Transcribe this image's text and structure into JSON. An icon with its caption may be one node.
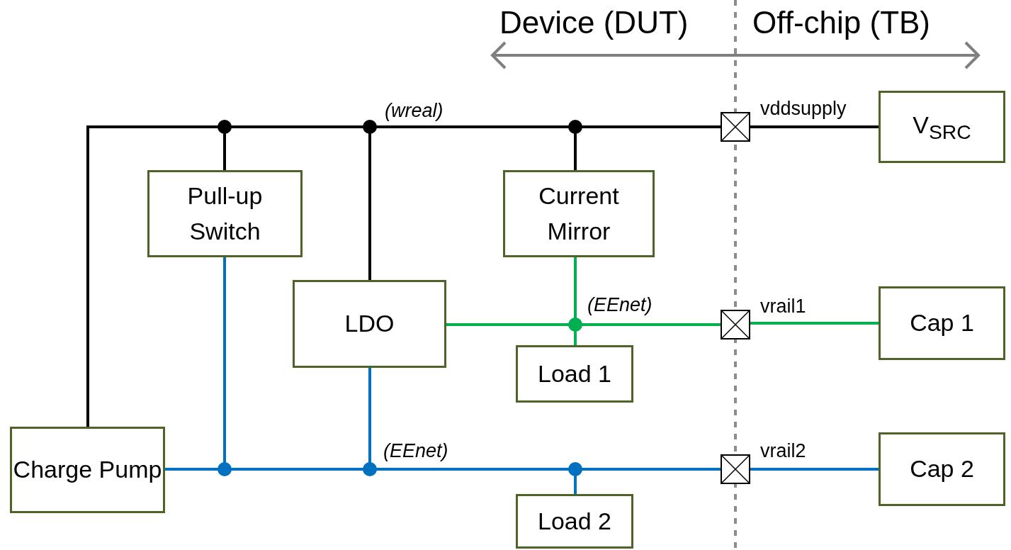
{
  "diagram": {
    "nodes": [
      {
        "text": [
          "Pull-up Switch"
        ]
      },
      {
        "text": [
          "Current Mirror"
        ]
      },
      {
        "text": [
          "V$_{SRC}$"
        ]
      },
      {
        "text": [
          "LDO"
        ]
      },
      {
        "text": [
          "Cap 1"
        ]
      },
      {
        "text": [
          "Load 1"
        ]
      },
      {
        "text": [
          "Charge Pump"
        ]
      },
      {
        "text": [
          "Cap 2"
        ]
      },
      {
        "text": [
          "Load 2"
        ]
      },
      {
        "text": [],
        "shape": "box"
      },
      {
        "text": [],
        "shape": "box"
      },
      {
        "text": [],
        "shape": "box"
      }
    ],
    "edges": [
      {
        "from": 9,
        "to": 6,
        "arrow": "none",
        "label": "(wreal)",
        "color": "#000000"
      },
      {
        "from": 9,
        "to": 0,
        "arrow": "none",
        "color": "#000000"
      },
      {
        "from": 9,
        "to": 3,
        "arrow": "none",
        "color": "#000000"
      },
      {
        "from": 9,
        "to": 1,
        "arrow": "none",
        "color": "#000000"
      },
      {
        "from": 9,
        "to": 2,
        "arrow": "none",
        "label": "vddsupply",
        "color": "#000000"
      },
      {
        "from": 3,
        "to": 10,
        "arrow": "none",
        "label": "(EEnet)",
        "color": "#00b050"
      },
      {
        "from": 1,
        "to": 10,
        "arrow": "none",
        "color": "#00b050"
      },
      {
        "from": 5,
        "to": 10,
        "arrow": "none",
        "color": "#00b050"
      },
      {
        "from": 10,
        "to": 4,
        "arrow": "none",
        "label": "vrail1",
        "color": "#00b050"
      },
      {
        "from": 6,
        "to": 11,
        "arrow": "none",
        "label": "(EEnet)",
        "color": "#0070c0"
      },
      {
        "from": 0,
        "to": 11,
        "arrow": "none",
        "color": "#0070c0"
      },
      {
        "from": 3,
        "to": 11,
        "arrow": "none",
        "color": "#0070c0"
      },
      {
        "from": 8,
        "to": 11,
        "arrow": "none",
        "color": "#0070c0"
      },
      {
        "from": 11,
        "to": 7,
        "arrow": "none",
        "label": "vrail2",
        "color": "#0070c0"
      }
    ],
    "labels": [
      "Device (DUT)",
      "Off-chip (TB)"
    ]
  }
}
